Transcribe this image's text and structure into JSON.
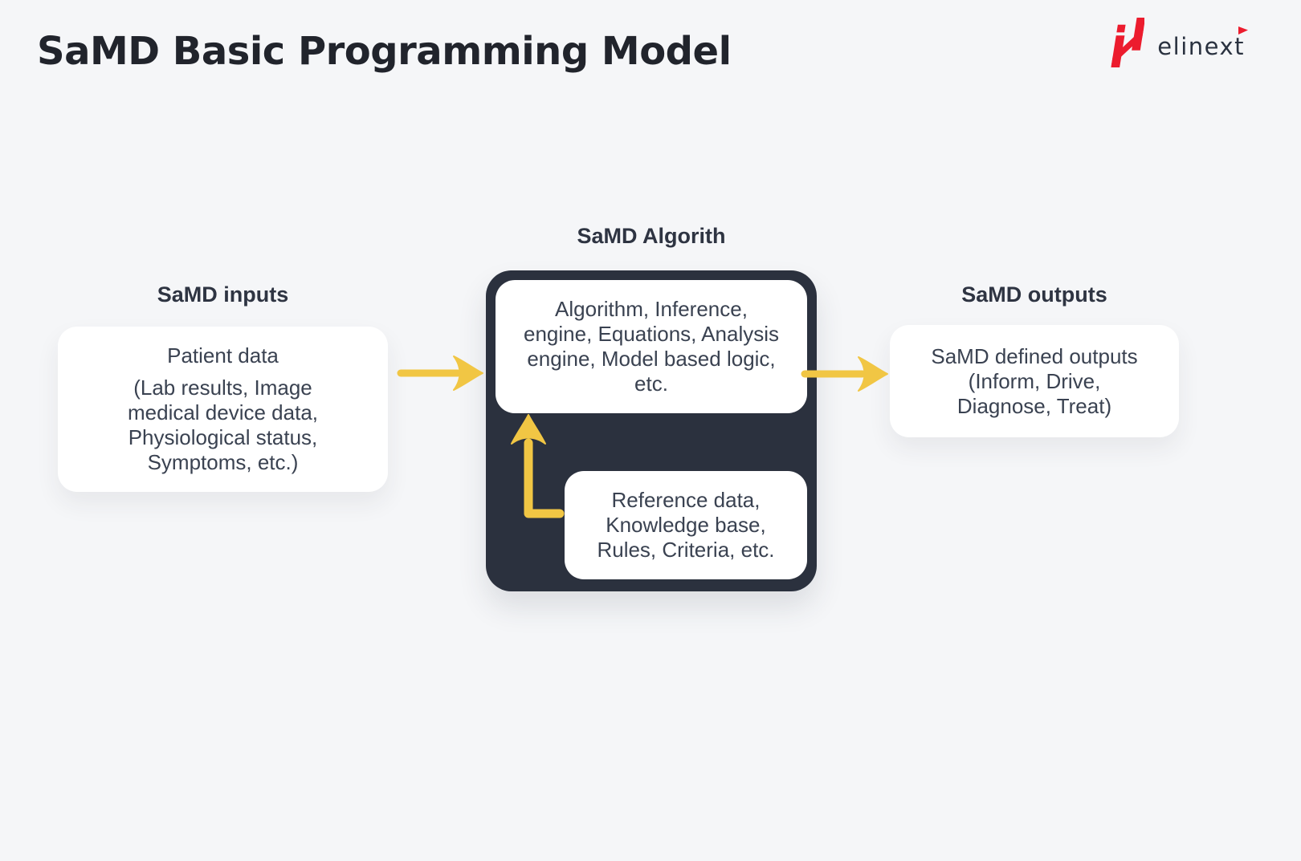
{
  "page": {
    "title": "SaMD Basic Programming Model"
  },
  "logo": {
    "brand": "elinext",
    "icon": "elinext-n-mark"
  },
  "colors": {
    "accent_yellow": "#F1C644",
    "dark_panel": "#2B313E",
    "body_text": "#3A4251",
    "title_text": "#21242C",
    "background": "#F5F6F8",
    "logo_red": "#EC1C2E",
    "logo_navy": "#2A3240",
    "box_white": "#FFFFFF"
  },
  "diagram": {
    "inputs": {
      "label": "SaMD inputs",
      "box_title": "Patient data",
      "box_details": "(Lab results, Image\nmedical device data,\nPhysiological status,\nSymptoms, etc.)"
    },
    "algorithm": {
      "label": "SaMD Algorith",
      "main_box": "Algorithm, Inference,\nengine, Equations, Analysis\nengine, Model based logic,\netc.",
      "reference_box": "Reference data,\nKnowledge base,\nRules, Criteria, etc."
    },
    "outputs": {
      "label": "SaMD outputs",
      "box": "SaMD defined outputs\n(Inform, Drive,\nDiagnose, Treat)"
    }
  }
}
